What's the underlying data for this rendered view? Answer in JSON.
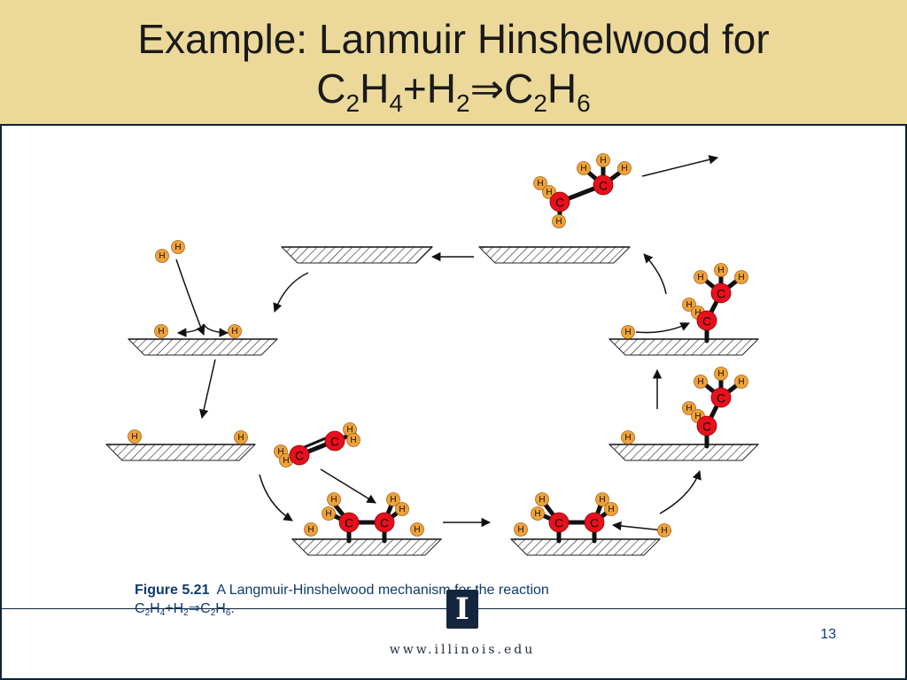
{
  "slide": {
    "title_line1": "Example: Lanmuir Hinshelwood for",
    "title_formula": [
      {
        "t": "C"
      },
      {
        "sub": "2"
      },
      {
        "t": "H"
      },
      {
        "sub": "4"
      },
      {
        "t": "+H"
      },
      {
        "sub": "2"
      },
      {
        "t": "⇒C"
      },
      {
        "sub": "2"
      },
      {
        "t": "H"
      },
      {
        "sub": "6"
      }
    ],
    "slide_number": "13",
    "website": "www.illinois.edu",
    "logo_glyph": "I"
  },
  "caption": {
    "figure_label": "Figure 5.21",
    "text": "A Langmuir-Hinshelwood mechanism for the reaction",
    "formula": [
      {
        "t": "C"
      },
      {
        "sub": "2"
      },
      {
        "t": "H"
      },
      {
        "sub": "4"
      },
      {
        "t": "+H"
      },
      {
        "sub": "2"
      },
      {
        "t": "⇒C"
      },
      {
        "sub": "2"
      },
      {
        "t": "H"
      },
      {
        "sub": "6"
      },
      {
        "t": "."
      }
    ]
  },
  "colors": {
    "title_bg": "#ecd99a",
    "frame": "#0f2238",
    "carbon": "#e8101c",
    "hydrogen": "#f0a23a",
    "caption": "#0e3a6e"
  },
  "atom_labels": {
    "carbon": "C",
    "hydrogen": "H"
  }
}
